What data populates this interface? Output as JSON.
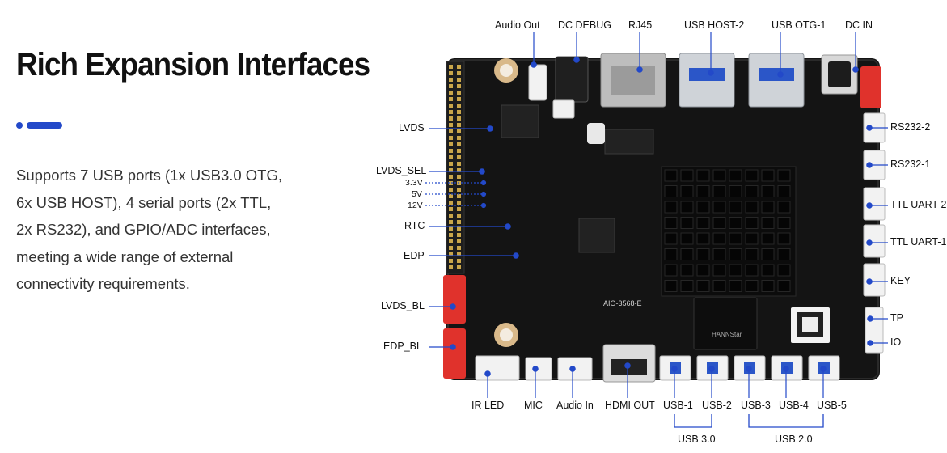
{
  "heading": {
    "title": "Rich Expansion Interfaces",
    "lines": [
      "Supports 7 USB ports (1x USB3.0 OTG,",
      "6x USB HOST), 4 serial ports (2x TTL,",
      "2x RS232), and GPIO/ADC interfaces,",
      "meeting a wide range of external",
      "connectivity requirements."
    ]
  },
  "colors": {
    "accent": "#2349c9",
    "board": "#141414",
    "connector_red": "#e0322c"
  },
  "board": {
    "silkscreen": "AIO-3568-E",
    "chip_brand": "HANNStar"
  },
  "labels": {
    "top": [
      "Audio Out",
      "DC DEBUG",
      "RJ45",
      "USB HOST-2",
      "USB OTG-1",
      "DC IN"
    ],
    "left": [
      "LVDS",
      "LVDS_SEL",
      "RTC",
      "EDP",
      "LVDS_BL",
      "EDP_BL"
    ],
    "voltages": [
      "3.3V",
      "5V",
      "12V"
    ],
    "right": [
      "RS232-2",
      "RS232-1",
      "TTL UART-2",
      "TTL UART-1",
      "KEY",
      "TP",
      "IO"
    ],
    "bottom": [
      "IR LED",
      "MIC",
      "Audio In",
      "HDMI OUT",
      "USB-1",
      "USB-2",
      "USB-3",
      "USB-4",
      "USB-5"
    ],
    "groups": [
      "USB 3.0",
      "USB 2.0"
    ]
  }
}
